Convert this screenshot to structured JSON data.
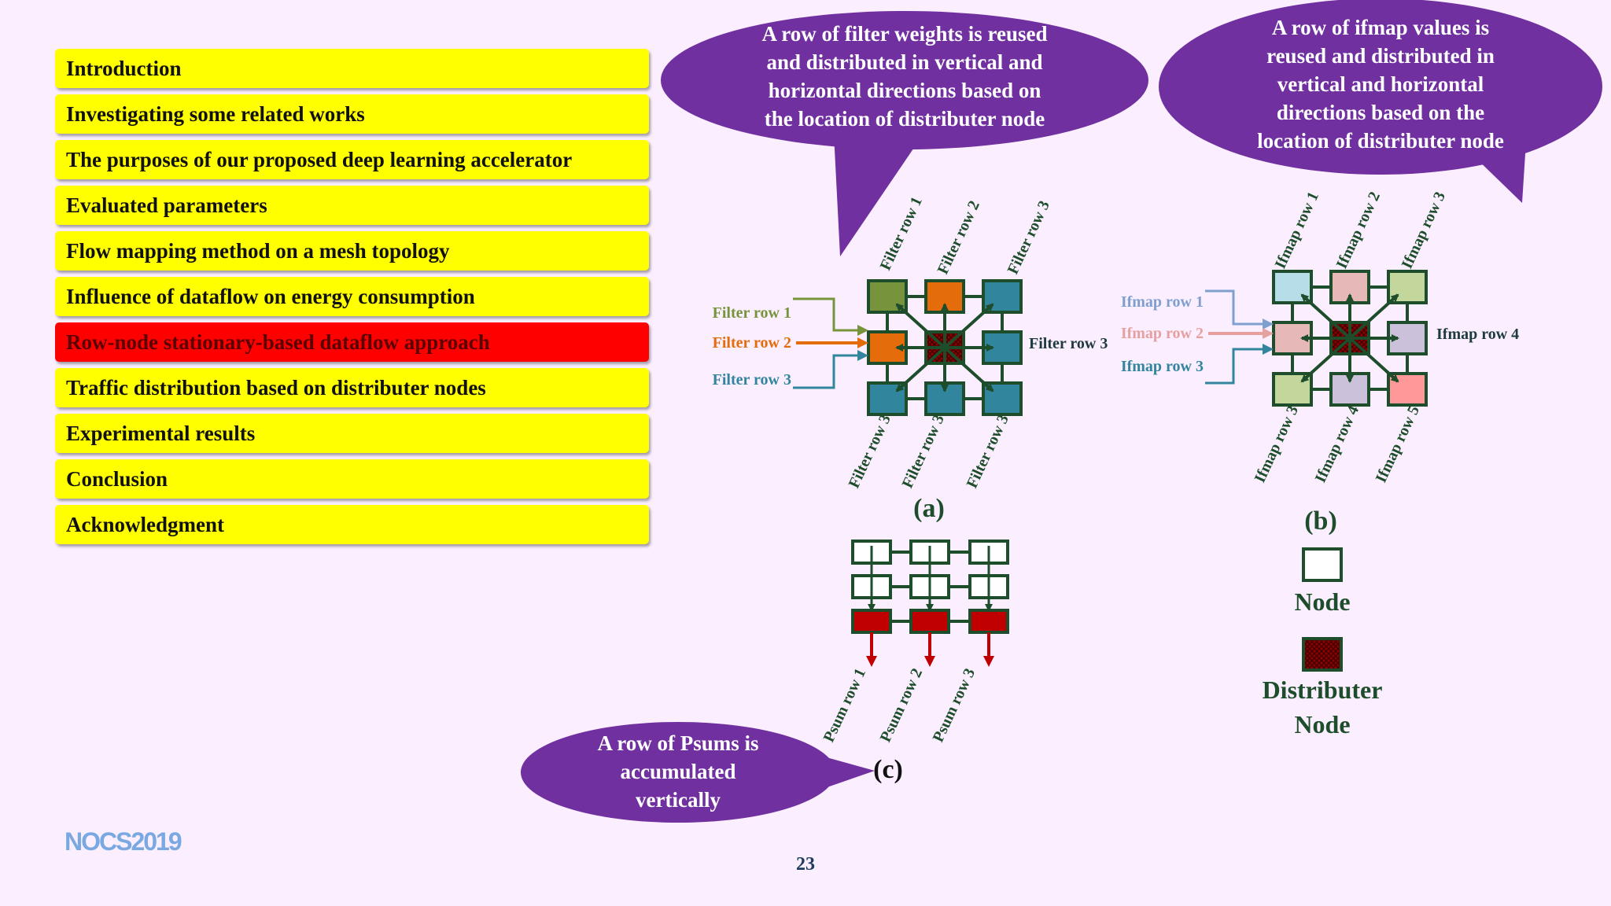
{
  "toc": [
    {
      "label": "Introduction",
      "active": false
    },
    {
      "label": "Investigating some related works",
      "active": false
    },
    {
      "label": "The purposes of our proposed deep learning accelerator",
      "active": false
    },
    {
      "label": "Evaluated parameters",
      "active": false
    },
    {
      "label": "Flow mapping method on a mesh topology",
      "active": false
    },
    {
      "label": "Influence of dataflow on energy consumption",
      "active": false
    },
    {
      "label": "Row-node stationary-based dataflow approach",
      "active": true
    },
    {
      "label": "Traffic distribution based on distributer nodes",
      "active": false
    },
    {
      "label": "Experimental results",
      "active": false
    },
    {
      "label": "Conclusion",
      "active": false
    },
    {
      "label": "Acknowledgment",
      "active": false
    }
  ],
  "callouts": {
    "filter": [
      "A row of filter weights is reused",
      "and distributed in vertical and",
      "horizontal directions based on",
      "the location of distributer node"
    ],
    "ifmap": [
      "A row of ifmap values is",
      "reused and distributed in",
      "vertical and horizontal",
      "directions based on the",
      "location of distributer node"
    ],
    "psum": [
      "A row of Psums is",
      "accumulated",
      "vertically"
    ]
  },
  "diagram_a": {
    "caption": "(a)",
    "top_labels": [
      "Filter row 1",
      "Filter row 2",
      "Filter row 3"
    ],
    "bottom_labels": [
      "Filter row 3",
      "Filter row 3",
      "Filter row 3"
    ],
    "left_labels": [
      "Filter row 1",
      "Filter row 2",
      "Filter row 3"
    ],
    "right_label": "Filter row 3"
  },
  "diagram_b": {
    "caption": "(b)",
    "top_labels": [
      "Ifmap row 1",
      "Ifmap row 2",
      "Ifmap row 3"
    ],
    "bottom_labels": [
      "Ifmap row 3",
      "Ifmap row 4",
      "Ifmap row 5"
    ],
    "left_labels": [
      "Ifmap row 1",
      "Ifmap row 2",
      "Ifmap row 3"
    ],
    "right_label": "Ifmap row 4"
  },
  "diagram_c": {
    "caption": "(c)",
    "bottom_labels": [
      "Psum row 1",
      "Psum row 2",
      "Psum row 3"
    ]
  },
  "legend": {
    "node": "Node",
    "distributer": [
      "Distributer",
      "Node"
    ]
  },
  "colors": {
    "toc_bg": "#ffff00",
    "toc_active": "#ff0000",
    "callout": "#7030a0",
    "grid_stroke": "#1e4d2b",
    "olive": "#77933c",
    "orange": "#e46c0a",
    "teal": "#31859c",
    "pink": "#e6b9b8",
    "lightgreen": "#c3d69b",
    "lightblue": "#b7dee8",
    "lavender": "#ccc1da",
    "salmon": "#ff9999",
    "psum_red": "#c00000"
  },
  "footer": {
    "logo": "NOCS2019",
    "page": "23"
  }
}
